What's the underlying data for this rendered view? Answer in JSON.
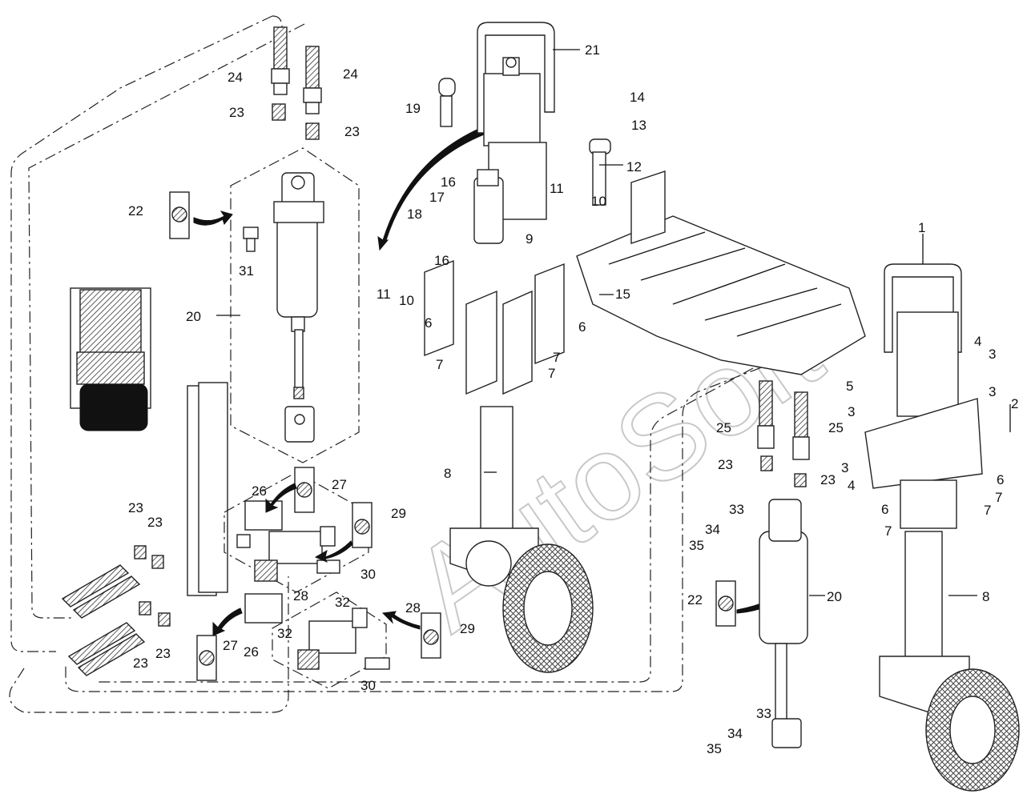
{
  "watermark": "AutoSoft",
  "callouts": [
    {
      "id": "c1",
      "text": "1"
    },
    {
      "id": "c2",
      "text": "2"
    },
    {
      "id": "c3a",
      "text": "3"
    },
    {
      "id": "c3b",
      "text": "3"
    },
    {
      "id": "c3c",
      "text": "3"
    },
    {
      "id": "c3d",
      "text": "3"
    },
    {
      "id": "c4a",
      "text": "4"
    },
    {
      "id": "c4b",
      "text": "4"
    },
    {
      "id": "c5",
      "text": "5"
    },
    {
      "id": "c6a",
      "text": "6"
    },
    {
      "id": "c6b",
      "text": "6"
    },
    {
      "id": "c6c",
      "text": "6"
    },
    {
      "id": "c6d",
      "text": "6"
    },
    {
      "id": "c7a",
      "text": "7"
    },
    {
      "id": "c7b",
      "text": "7"
    },
    {
      "id": "c7c",
      "text": "7"
    },
    {
      "id": "c7d",
      "text": "7"
    },
    {
      "id": "c7e",
      "text": "7"
    },
    {
      "id": "c7f",
      "text": "7"
    },
    {
      "id": "c8a",
      "text": "8"
    },
    {
      "id": "c8b",
      "text": "8"
    },
    {
      "id": "c9",
      "text": "9"
    },
    {
      "id": "c10a",
      "text": "10"
    },
    {
      "id": "c10b",
      "text": "10"
    },
    {
      "id": "c11a",
      "text": "11"
    },
    {
      "id": "c11b",
      "text": "11"
    },
    {
      "id": "c12",
      "text": "12"
    },
    {
      "id": "c13",
      "text": "13"
    },
    {
      "id": "c14",
      "text": "14"
    },
    {
      "id": "c15",
      "text": "15"
    },
    {
      "id": "c16a",
      "text": "16"
    },
    {
      "id": "c16b",
      "text": "16"
    },
    {
      "id": "c17",
      "text": "17"
    },
    {
      "id": "c18",
      "text": "18"
    },
    {
      "id": "c19",
      "text": "19"
    },
    {
      "id": "c20a",
      "text": "20"
    },
    {
      "id": "c20b",
      "text": "20"
    },
    {
      "id": "c21",
      "text": "21"
    },
    {
      "id": "c22a",
      "text": "22"
    },
    {
      "id": "c22b",
      "text": "22"
    },
    {
      "id": "c23a",
      "text": "23"
    },
    {
      "id": "c23b",
      "text": "23"
    },
    {
      "id": "c23c",
      "text": "23"
    },
    {
      "id": "c23d",
      "text": "23"
    },
    {
      "id": "c23e",
      "text": "23"
    },
    {
      "id": "c23f",
      "text": "23"
    },
    {
      "id": "c23g",
      "text": "23"
    },
    {
      "id": "c23h",
      "text": "23"
    },
    {
      "id": "c24a",
      "text": "24"
    },
    {
      "id": "c24b",
      "text": "24"
    },
    {
      "id": "c25a",
      "text": "25"
    },
    {
      "id": "c25b",
      "text": "25"
    },
    {
      "id": "c26a",
      "text": "26"
    },
    {
      "id": "c26b",
      "text": "26"
    },
    {
      "id": "c27a",
      "text": "27"
    },
    {
      "id": "c27b",
      "text": "27"
    },
    {
      "id": "c28a",
      "text": "28"
    },
    {
      "id": "c28b",
      "text": "28"
    },
    {
      "id": "c29a",
      "text": "29"
    },
    {
      "id": "c29b",
      "text": "29"
    },
    {
      "id": "c30a",
      "text": "30"
    },
    {
      "id": "c30b",
      "text": "30"
    },
    {
      "id": "c31",
      "text": "31"
    },
    {
      "id": "c32a",
      "text": "32"
    },
    {
      "id": "c32b",
      "text": "32"
    },
    {
      "id": "c33a",
      "text": "33"
    },
    {
      "id": "c33b",
      "text": "33"
    },
    {
      "id": "c34a",
      "text": "34"
    },
    {
      "id": "c34b",
      "text": "34"
    },
    {
      "id": "c35a",
      "text": "35"
    },
    {
      "id": "c35b",
      "text": "35"
    }
  ]
}
